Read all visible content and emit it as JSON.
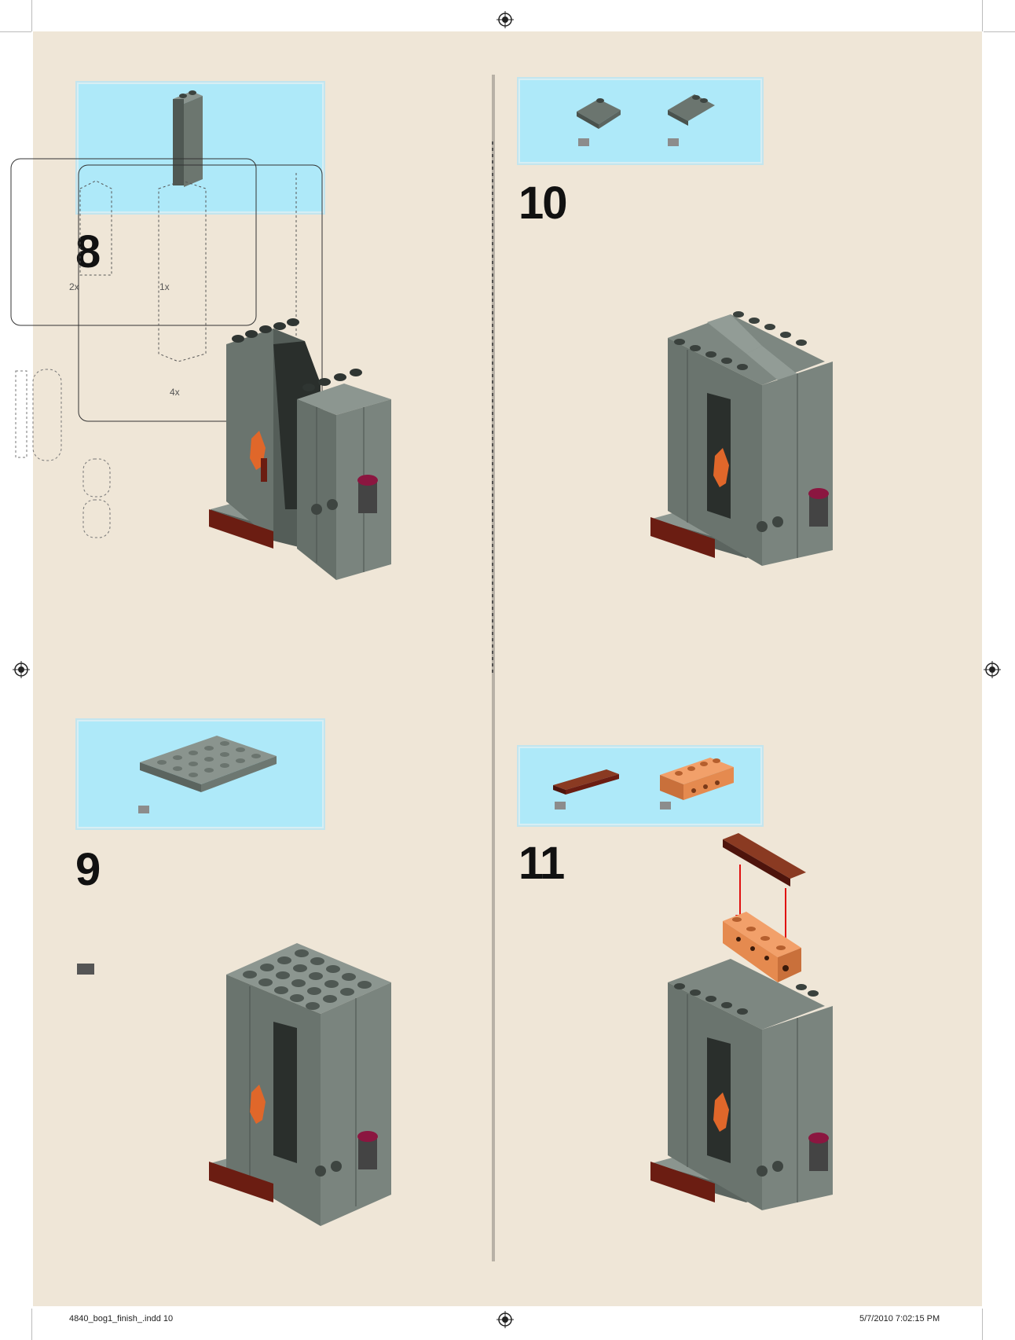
{
  "steps": [
    {
      "number": "8"
    },
    {
      "number": "10"
    },
    {
      "number": "9"
    },
    {
      "number": "11"
    }
  ],
  "ghost_labels": [
    "2x",
    "1x",
    "4x"
  ],
  "footer": {
    "file": "4840_bog1_finish_.indd   10",
    "timestamp": "5/7/2010   7:02:15 PM"
  },
  "colors": {
    "page": "#efe6d7",
    "parts_box": "#aee9f9",
    "brick_gray": "#6f7a73",
    "brick_dark": "#4a524d",
    "brick_light": "#9aa59e",
    "dark_red": "#6b1d12",
    "orange": "#e58a4f",
    "magenta": "#8b1640",
    "arrow_red": "#e01010"
  }
}
